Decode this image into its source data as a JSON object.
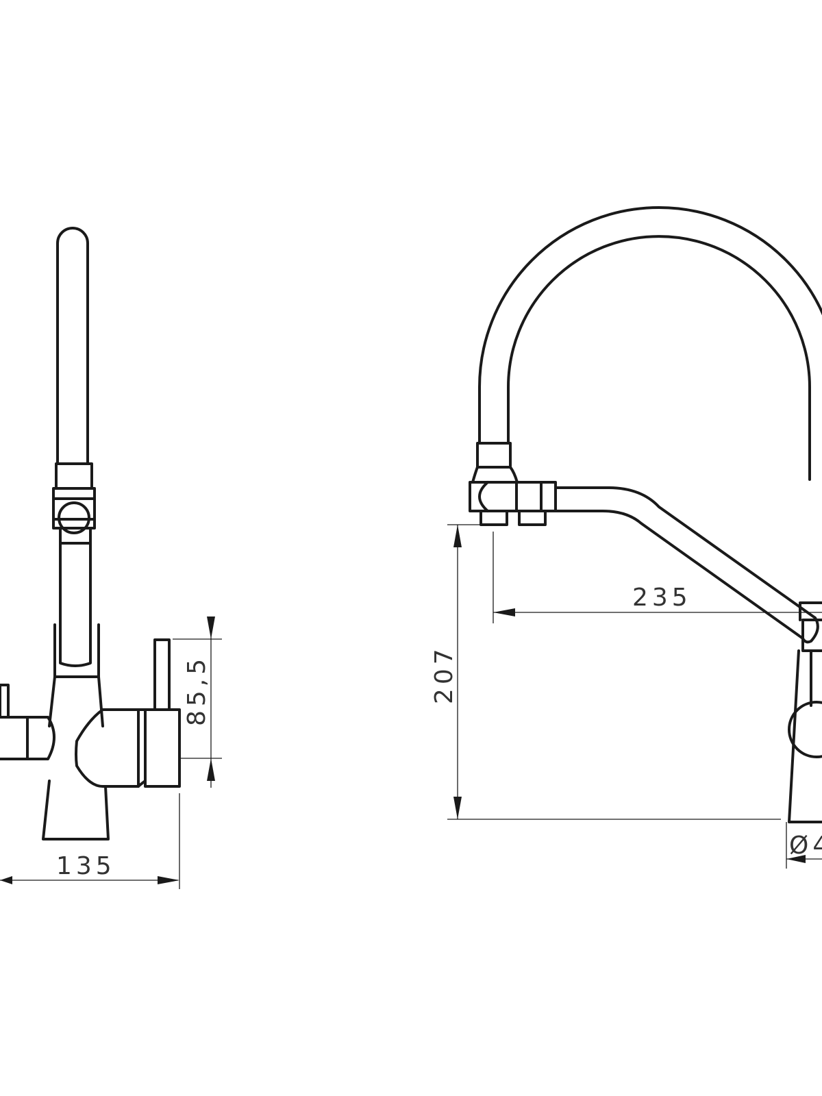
{
  "drawing": {
    "front_view": {
      "width_label": "135",
      "handle_height_label": "85,5"
    },
    "side_view": {
      "reach_label": "235",
      "height_label": "207",
      "diameter_label": "Ø4"
    }
  },
  "colors": {
    "line": "#1a1a1a",
    "text": "#333333",
    "background": "#ffffff"
  }
}
